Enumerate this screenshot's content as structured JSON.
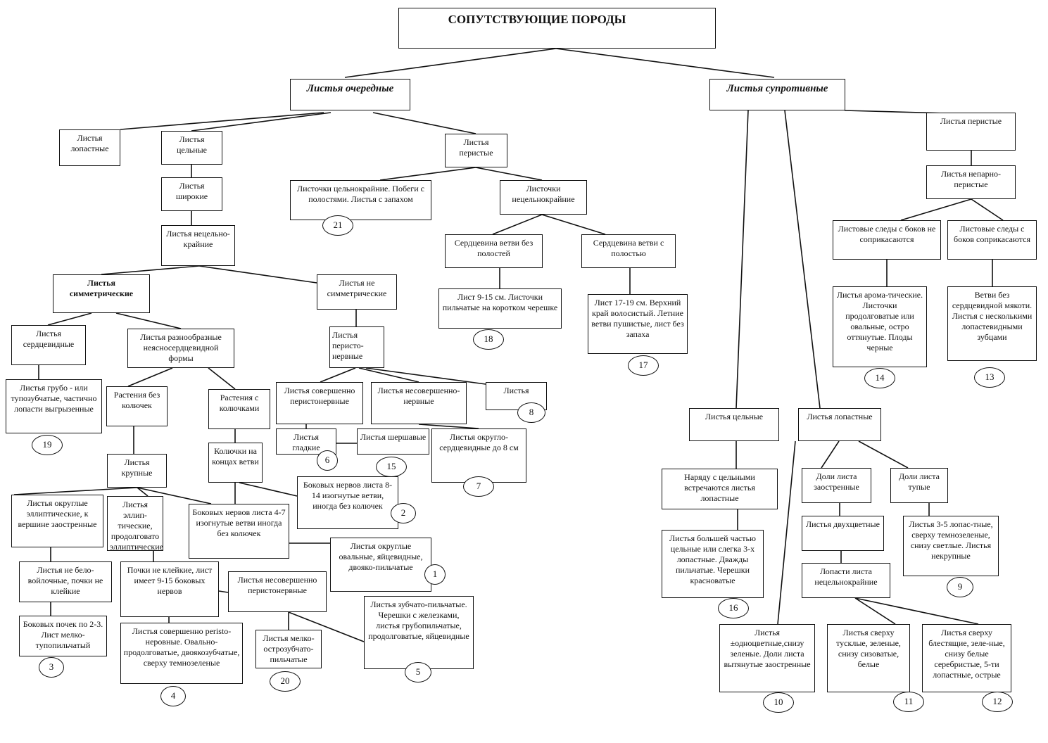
{
  "title": "СОПУТСТВУЮЩИЕ ПОРОДЫ",
  "nodes": {
    "alt": "Листья очередные",
    "opp": "Листья супротивные",
    "lop": "Листья лопастные",
    "cel": "Листья цельные",
    "per": "Листья перистые",
    "shir": "Листья широкие",
    "necel": "Листья нецельно-крайние",
    "sym": "Листья симметрические",
    "nesym": "Листья не симметрические",
    "serd": "Листья сердцевидные",
    "razn": "Листья разнообразные неясносердцевидной формы",
    "perner": "Листья перисто-нервные",
    "grubo": "Листья грубо - или тупозубчатые, частично лопасти выгрызенные",
    "bez": "Растения без колючек",
    "kol": "Растения с колючками",
    "sov": "Листья совершенно перистонервные",
    "nesov": "Листья несовершенно-нервные",
    "l8": "Листья",
    "glad": "Листья гладкие",
    "shersh": "Листья шершавые",
    "okrserd": "Листья округло-сердцевидные до 8 см",
    "krup": "Листья крупные",
    "kolkon": "Колючки на концах ветви",
    "n814": "Боковых нервов листа 8-14 изогнутые ветви, иногда без колючек",
    "okrell": "Листья округлые эллиптические, к вершине заостренные",
    "ell": "Листья эллип-тические, продолговато эллиптические",
    "n47": "Боковых нервов листа 4-7 изогнутые ветви иногда без колючек",
    "okrov": "Листья округлые овальные, яйцевидные, двояко-пильчатые",
    "nebel": "Листья не бело-войлочные, почки не клейкие",
    "pochki": "Почки не клейкие, лист имеет 9-15 боковых нервов",
    "nesovper": "Листья несовершенно перистонервные",
    "zub": "Листья зубчато-пильчатые. Черешки с железками, листья грубопильчатые, продолговатые, яйцевидные",
    "bok": "Боковых почек по 2-3. Лист мелко-тупопильчатый",
    "sovper": "Листья совершенно peristo-неровные. Овально-продолговатые, двоякозубчатые, сверху темнозеленые",
    "melk": "Листья мелко-острозубчато-пильчатые",
    "l21": "Листочки цельнокрайние. Побеги с полостями. Листья с запахом",
    "listnec": "Листочки нецельнокрайние",
    "serdbez": "Сердцевина ветви без полостей",
    "serds": "Сердцевина ветви с полостью",
    "n915": "Лист 9-15 см. Листочки пильчатые на коротком черешке",
    "n1719": "Лист 17-19 см. Верхний край волосистый. Летние ветви пушистые, лист без запаха",
    "opper": "Листья перистые",
    "nepar": "Листья непарно-перистые",
    "nesopr": "Листовые следы с боков не соприкасаются",
    "sopr": "Листовые следы с боков соприкасаются",
    "arom": "Листья арома-тические. Листочки продолговатые или овальные, остро оттянутые. Плоды черные",
    "vetvi": "Ветви без сердцевидной мякоти. Листья с несколькими лопастевидными зубцами",
    "ocel": "Листья цельные",
    "olop": "Листья лопастные",
    "naryadu": "Наряду с цельными встречаются листья лопастные",
    "doliz": "Доли листа заостренные",
    "dolit": "Доли листа тупые",
    "dvuh": "Листья двухцветные",
    "lopnec": "Лопасти листа нецельнокрайние",
    "n35": "Листья 3-5 лопас-тные, сверху темнозеленые, снизу светлые. Листья некрупные",
    "bolsh": "Листья большей частью цельные или слегка 3-х лопастные. Дважды пильчатые. Черешки красноватые",
    "odno": "Листья ±одноцветные,снизу зеленые. Доли листа вытянутые заостренные",
    "tusk": "Листья сверху тусклые, зеленые, снизу сизоватые, белые",
    "blest": "Листья сверху блестящие, зеле-ные, снизу белые серебристые, 5-ти лопастные, острые"
  },
  "keys": {
    "1": "1",
    "2": "2",
    "3": "3",
    "4": "4",
    "5": "5",
    "6": "6",
    "7": "7",
    "8": "8",
    "9": "9",
    "10": "10",
    "11": "11",
    "12": "12",
    "13": "13",
    "14": "14",
    "15": "15",
    "16": "16",
    "17": "17",
    "18": "18",
    "19": "19",
    "20": "20",
    "21": "21"
  }
}
